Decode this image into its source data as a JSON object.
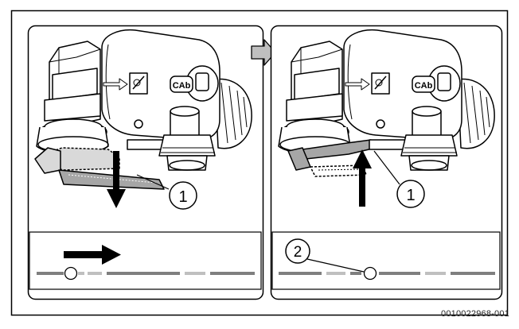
{
  "figure": {
    "doc_id": "0010022968-001",
    "panels": [
      {
        "callout": "1"
      },
      {
        "callout": "1",
        "scale_callout": "2"
      }
    ],
    "colors": {
      "line": "#000000",
      "grey_body": "#d9d9d9",
      "dark_grey": "#a6a6a6",
      "bar_dark": "#7f7f7f",
      "bar_light": "#bfbfbf"
    },
    "icons": [
      "transition-arrow-icon",
      "push-arrow-icon",
      "down-arrow-icon",
      "up-arrow-icon"
    ]
  }
}
